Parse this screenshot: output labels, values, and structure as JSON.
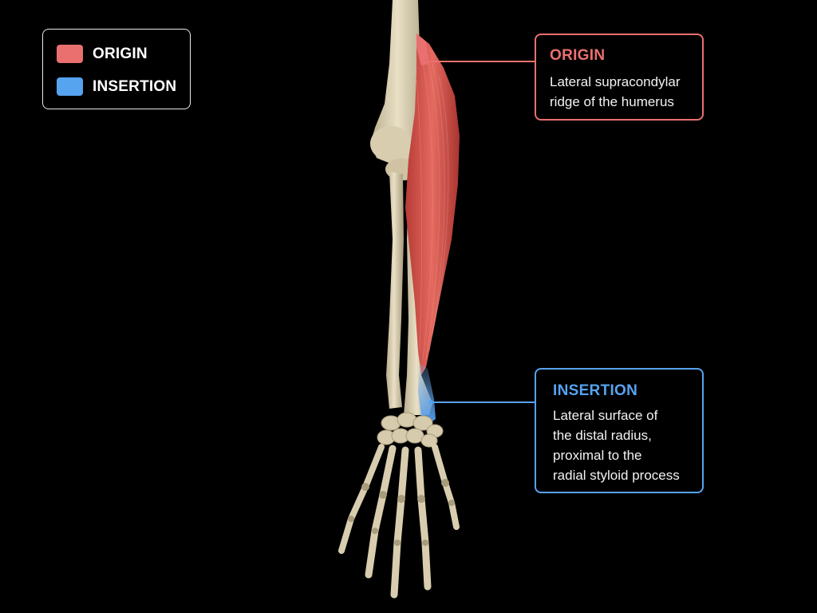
{
  "colors": {
    "origin": "#ea6f6f",
    "insertion": "#56a3f0",
    "background": "#000000",
    "bone": "#dcd1b3",
    "muscle": "#d9564f"
  },
  "legend": {
    "items": [
      {
        "label": "ORIGIN",
        "color": "#ea6f6f"
      },
      {
        "label": "INSERTION",
        "color": "#56a3f0"
      }
    ]
  },
  "callouts": {
    "origin": {
      "title": "ORIGIN",
      "lines": [
        "Lateral supracondylar",
        "ridge of the humerus"
      ]
    },
    "insertion": {
      "title": "INSERTION",
      "lines": [
        "Lateral surface of",
        "the distal radius,",
        "proximal to the",
        "radial styloid process"
      ]
    }
  }
}
